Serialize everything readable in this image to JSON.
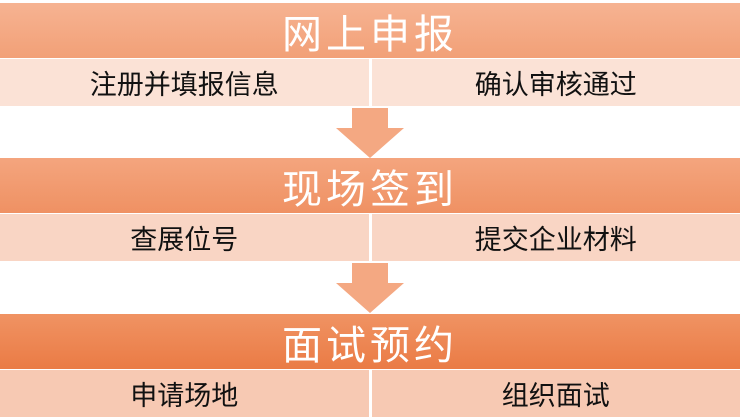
{
  "stages": [
    {
      "title": "网上申报",
      "steps": [
        "注册并填报信息",
        "确认审核通过"
      ]
    },
    {
      "title": "现场签到",
      "steps": [
        "查展位号",
        "提交企业材料"
      ]
    },
    {
      "title": "面试预约",
      "steps": [
        "申请场地",
        "组织面试"
      ]
    }
  ],
  "colors": {
    "header_light": "#f2a077",
    "header_mid": "#ef9163",
    "header_dark": "#ea7b45",
    "arrow": "#f4a882",
    "row_bg": "#fbe2d6"
  }
}
